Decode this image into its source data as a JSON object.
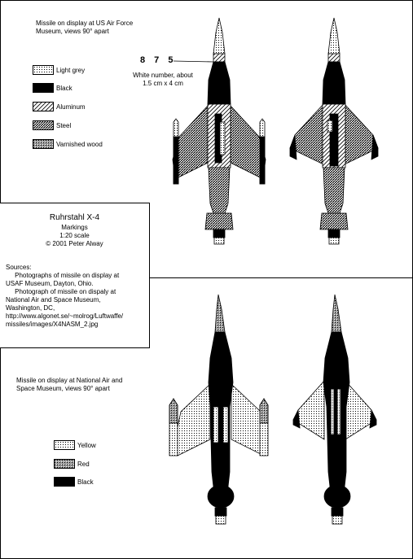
{
  "top_caption": "Missile on display at US Air Force\nMuseum, views 90° apart",
  "number": {
    "value": "8 7 5",
    "note": "White number, about\n1.5 cm x 4 cm"
  },
  "top_legend": [
    {
      "label": "Light grey",
      "pattern": "dots"
    },
    {
      "label": "Black",
      "pattern": "solid"
    },
    {
      "label": "Aluminum",
      "pattern": "diag-light"
    },
    {
      "label": "Steel",
      "pattern": "diag-heavy"
    },
    {
      "label": "Varnished wood",
      "pattern": "cross"
    }
  ],
  "info": {
    "title": "Ruhrstahl X-4",
    "subtitle": "Markings",
    "scale": "1:20 scale",
    "copyright": "© 2001 Peter Alway",
    "sources_heading": "Sources:",
    "sources_1": "     Photographs of missile on display at\nUSAF Museum, Dayton, Ohio.",
    "sources_2": "     Photograph of missile on dispaly at\nNational Air and Space Museum,\nWashington, DC,\nhttp://www.algonet.se/~molrog/Luftwaffe/\nmissiles/images/X4NASM_2.jpg"
  },
  "bottom_caption": "Missile on display at National Air and\nSpace Museum, views 90° apart",
  "bottom_legend": [
    {
      "label": "Yellow",
      "pattern": "dots"
    },
    {
      "label": "Red",
      "pattern": "cross"
    },
    {
      "label": "Black",
      "pattern": "solid"
    }
  ]
}
